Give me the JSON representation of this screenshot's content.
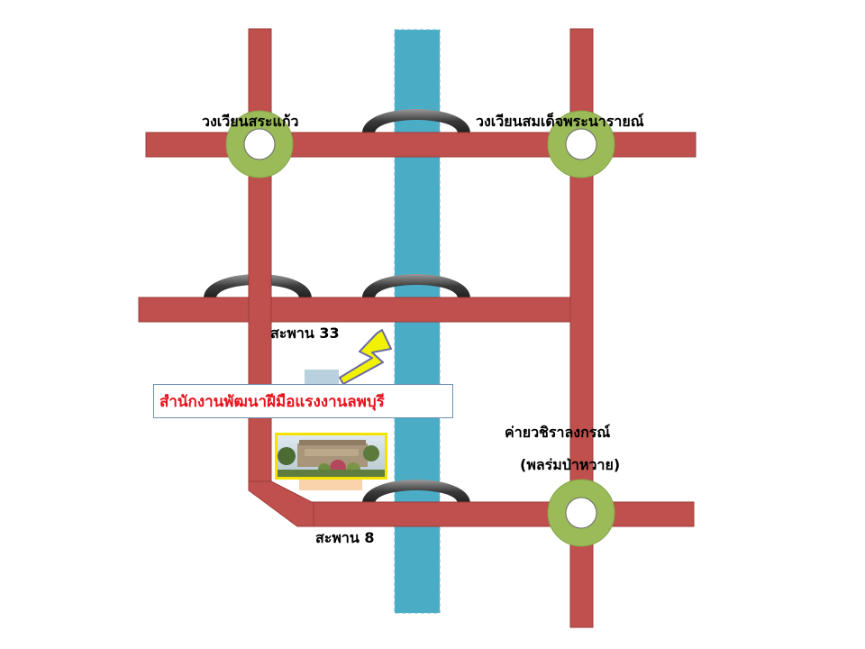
{
  "labels": {
    "roundabout_sakaew": "วงเวียนสระแก้ว",
    "roundabout_narai": "วงเวียนสมเด็จพระนารายณ์",
    "bridge_33": "สะพาน 33",
    "bridge_8": "สะพาน 8",
    "camp_line1": "ค่ายวชิราลงกรณ์",
    "camp_line2": "(พลร่มป่าหวาย)"
  },
  "office": {
    "name": "สำนักงานพัฒนาฝีมือแรงงานลพบุรี"
  },
  "colors": {
    "road": "#c0504d",
    "road_edge": "#9c3b39",
    "river": "#4bacc6",
    "roundabout": "#9bbb59",
    "bridge": "#4d4d4d",
    "arrow": "#f2f200",
    "office_text": "#e8111b"
  },
  "icons": {
    "arrow": "arrow-pointer-icon",
    "building_photo": "building-photo-icon"
  }
}
